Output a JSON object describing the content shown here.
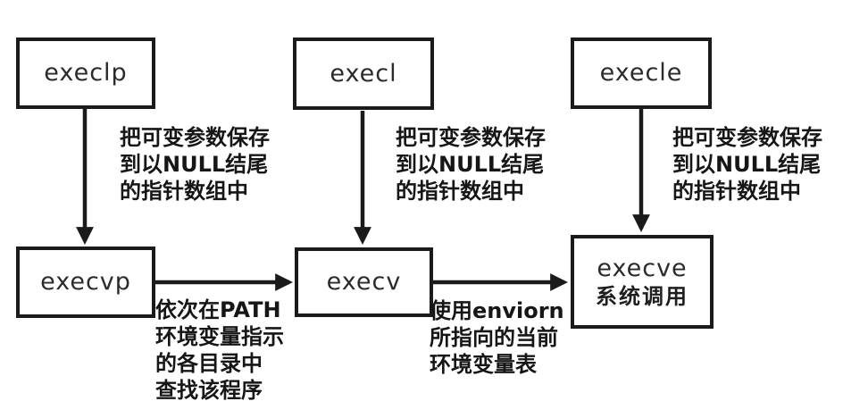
{
  "canvas": {
    "background": "#ffffff",
    "ink": "#1a1a1a"
  },
  "boxes": [
    {
      "label": "execlp"
    },
    {
      "label": "execl"
    },
    {
      "label": "execle"
    },
    {
      "label": "execvp"
    },
    {
      "label": "execv"
    },
    {
      "label": "execve",
      "sublabel": "系统调用"
    }
  ],
  "notes": [
    {
      "lines": [
        "把可变参数保存",
        "到以NULL结尾",
        "的指针数组中"
      ]
    },
    {
      "lines": [
        "把可变参数保存",
        "到以NULL结尾",
        "的指针数组中"
      ]
    },
    {
      "lines": [
        "把可变参数保存",
        "到以NULL结尾",
        "的指针数组中"
      ]
    },
    {
      "lines": [
        "依次在PATH",
        "环境变量指示",
        "的各目录中",
        "查找该程序"
      ]
    },
    {
      "lines": [
        "使用enviorn",
        "所指向的当前",
        "环境变量表"
      ]
    }
  ],
  "arrows": [
    {
      "name": "execlp-to-execvp"
    },
    {
      "name": "execl-to-execv"
    },
    {
      "name": "execle-to-execve"
    },
    {
      "name": "execvp-to-execv"
    },
    {
      "name": "execv-to-execve"
    }
  ]
}
